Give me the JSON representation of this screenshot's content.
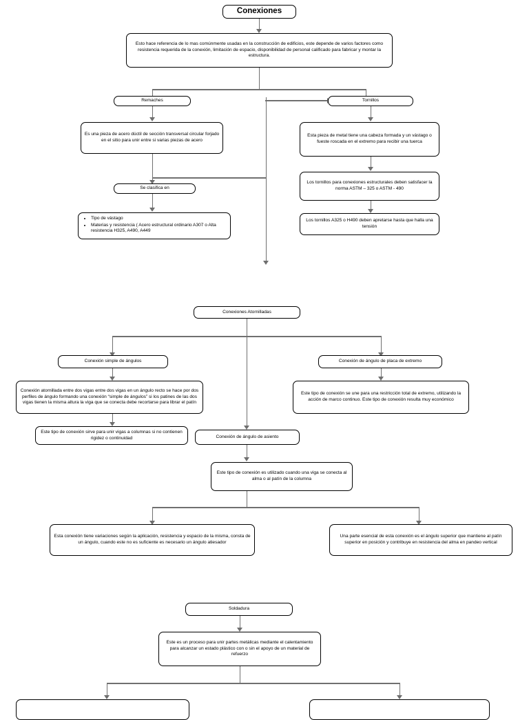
{
  "diagram": {
    "type": "flowchart",
    "title": "Conexiones",
    "nodes": {
      "root": "Conexiones",
      "root_desc": "Esto hace referencia de lo mas comúnmente usadas en la construcción de edificios, este depende de varios factores como resistencia requerida de la conexión, limitación de espacio, disponibilidad de personal calificado para fabricar y montar la estructura.",
      "remaches": "Remaches",
      "remaches_desc": "Es una pieza de acero dúctil de sección transversal circular forjado en el sitio para unir entre si varias piezas de acero",
      "se_clasifica": "Se clasifica en",
      "clasif_b1": "Tipo de vástago",
      "clasif_b2": "Materias y resistencia ( Acero estructural ordinario A307 o  Alta resistencia H325, A490, A449",
      "tornillos": "Tornillos",
      "tornillos_desc": "Esta pieza de metal tiene una cabeza formada y un vástago o fueste roscada en el extremo para recibir una tuerca",
      "tornillos_norma": "Los tornillos para conexiones estructurales deben satisfacer la norma ASTM – 325 o ASTM - 490",
      "tornillos_tension": "Los tornillos A325 o H490 deben apretarse hasta que halla una tensión",
      "atornilladas": "Conexiones Atornilladas",
      "simple_angulos": "Conexión simple de ángulos",
      "simple_angulos_desc": "Conexión atornillada entre dos vigas entre dos vigas en un ángulo recto se hace por dos perfiles de ángulo formando una conexión “simple de ángulos” si los patines de las dos vigas tienen la misma altura la viga que se conecta debe recortarse para librar el patín",
      "simple_angulos_desc2": "Este tipo de conexión sirve para unir vigas a columnas si no contienen rigidez o continuidad",
      "placa_extremo": "Conexión de ángulo de placa de extremo",
      "placa_extremo_desc": "Este tipo de conexión se une para una restricción total de extremo, utilizando la acción de marco continuo. Este tipo de conexión resulta muy económico",
      "asiento": "Conexión de ángulo de asiento",
      "asiento_desc": "Este tipo de conexión es utilizado cuando una viga se conecta al alma o al patín de la columna",
      "asiento_desc_left": "Esta conexión tiene variaciones según la aplicación, resistencia y espacio de la misma, consta de un ángulo, cuando este no es suficiente es necesario un ángulo atiesador",
      "asiento_desc_right": "Una parte esencial de esta conexión es el ángulo superior que mantiene al patín superior en posición y contribuye en resistencia del alma en pandeo vertical",
      "soldadura": "Soldadura",
      "soldadura_desc": "Este es un proceso para unir partes metálicas mediante el calentamiento para alcanzar un estado plástico con o sin el apoyo de un material de refuerzo"
    },
    "colors": {
      "connector": "#6f6f6f",
      "border": "#000000",
      "background": "#ffffff"
    }
  }
}
